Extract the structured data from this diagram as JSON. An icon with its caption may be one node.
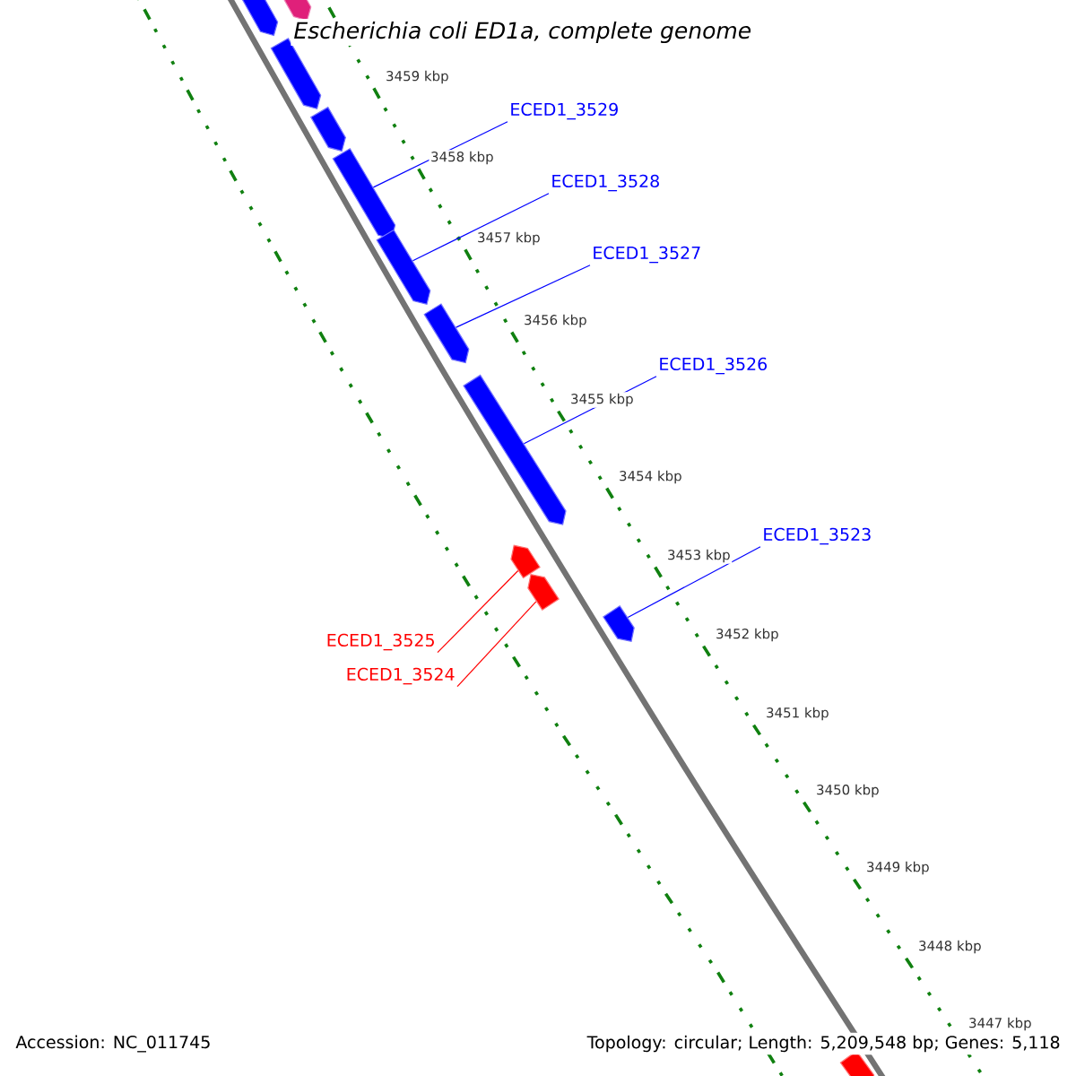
{
  "diagram": {
    "title": "Escherichia coli ED1a, complete genome",
    "nodes": [
      {
        "text": [
          "ECED1_3529"
        ]
      },
      {
        "text": [
          "ECED1_3528"
        ]
      },
      {
        "text": [
          "ECED1_3527"
        ]
      },
      {
        "text": [
          "ECED1_3526"
        ]
      },
      {
        "text": [
          "ECED1_3523"
        ]
      },
      {
        "text": [
          "ECED1_3525"
        ]
      },
      {
        "text": [
          "ECED1_3524"
        ]
      },
      {
        "text": [],
        "shape": "pentagon"
      },
      {
        "text": [],
        "shape": "pentagon"
      },
      {
        "text": [],
        "shape": "pentagon"
      },
      {
        "text": [],
        "shape": "pentagon"
      },
      {
        "text": [],
        "shape": "pentagon"
      },
      {
        "text": [],
        "shape": "pentagon"
      },
      {
        "text": [],
        "shape": "pentagon"
      },
      {
        "text": [],
        "shape": "pentagon"
      },
      {
        "text": [],
        "shape": "pentagon"
      },
      {
        "text": [],
        "shape": "pentagon"
      },
      {
        "text": [],
        "shape": "pentagon"
      },
      {
        "text": [],
        "shape": "pentagon"
      }
    ],
    "edges": [
      {
        "from": 0,
        "to": 11,
        "arrow": "none"
      },
      {
        "from": 1,
        "to": 12,
        "arrow": "none"
      },
      {
        "from": 2,
        "to": 13,
        "arrow": "none"
      },
      {
        "from": 3,
        "to": 14,
        "arrow": "none"
      },
      {
        "from": 4,
        "to": 17,
        "arrow": "none"
      },
      {
        "from": 5,
        "to": 15,
        "arrow": "none",
        "color": "#ff0000"
      },
      {
        "from": 6,
        "to": 16,
        "arrow": "none",
        "color": "#ff0000"
      }
    ],
    "labels": [
      "3459 kbp",
      "3458 kbp",
      "3457 kbp",
      "3456 kbp",
      "3455 kbp",
      "3454 kbp",
      "3453 kbp",
      "3452 kbp",
      "3451 kbp",
      "3450 kbp",
      "3449 kbp",
      "3448 kbp",
      "3447 kbp",
      "Accession: NC_011745",
      "Topology: circular; Length: 5,209,548 bp; Genes: 5,118"
    ]
  }
}
